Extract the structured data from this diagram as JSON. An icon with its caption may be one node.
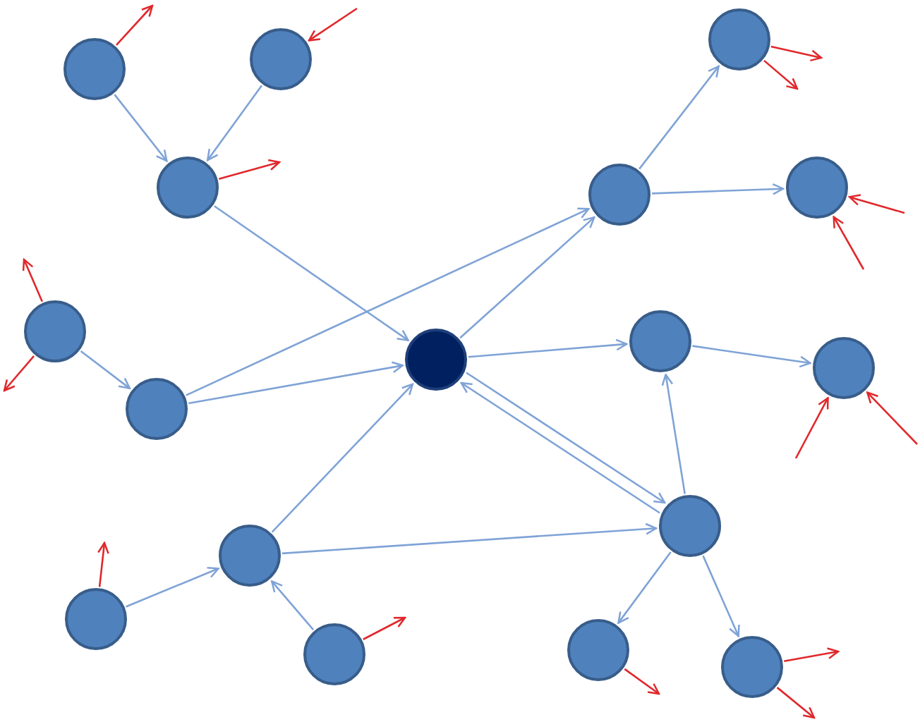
{
  "diagram": {
    "nodes": [
      {
        "text": [],
        "shape": "circle"
      },
      {
        "text": [],
        "shape": "circle"
      },
      {
        "text": [],
        "shape": "circle"
      },
      {
        "text": [],
        "shape": "circle"
      },
      {
        "text": [],
        "shape": "circle"
      },
      {
        "text": [],
        "shape": "circle"
      },
      {
        "text": [],
        "shape": "circle"
      },
      {
        "text": [],
        "shape": "circle"
      },
      {
        "text": [],
        "shape": "circle"
      },
      {
        "text": [],
        "shape": "circle"
      },
      {
        "text": [],
        "shape": "circle"
      },
      {
        "text": [],
        "shape": "circle"
      },
      {
        "text": [],
        "shape": "circle"
      },
      {
        "text": [],
        "shape": "circle"
      },
      {
        "text": [],
        "shape": "circle"
      },
      {
        "text": [],
        "shape": "circle"
      },
      {
        "text": [],
        "shape": "circle"
      }
    ],
    "edges": [
      {
        "from": 0,
        "to": 2,
        "arrow": "to"
      },
      {
        "from": 1,
        "to": 2,
        "arrow": "to"
      },
      {
        "from": 2,
        "to": 8,
        "arrow": "to"
      },
      {
        "from": 6,
        "to": 7,
        "arrow": "to"
      },
      {
        "from": 7,
        "to": 4,
        "arrow": "to"
      },
      {
        "from": 7,
        "to": 8,
        "arrow": "to"
      },
      {
        "from": 8,
        "to": 4,
        "arrow": "to"
      },
      {
        "from": 4,
        "to": 3,
        "arrow": "to"
      },
      {
        "from": 4,
        "to": 5,
        "arrow": "to"
      },
      {
        "from": 8,
        "to": 9,
        "arrow": "to"
      },
      {
        "from": 9,
        "to": 10,
        "arrow": "to"
      },
      {
        "from": 11,
        "to": 9,
        "arrow": "to"
      },
      {
        "from": 8,
        "to": 11,
        "arrow": "to"
      },
      {
        "from": 11,
        "to": 8,
        "arrow": "to"
      },
      {
        "from": 12,
        "to": 8,
        "arrow": "to"
      },
      {
        "from": 12,
        "to": 11,
        "arrow": "to"
      },
      {
        "from": 13,
        "to": 12,
        "arrow": "to"
      },
      {
        "from": 14,
        "to": 12,
        "arrow": "to"
      },
      {
        "from": 11,
        "to": 15,
        "arrow": "to"
      },
      {
        "from": 11,
        "to": 16,
        "arrow": "to"
      },
      {
        "from": 0,
        "to": null,
        "arrow": "to",
        "color": "#e0282c"
      },
      {
        "from": null,
        "to": 1,
        "arrow": "to",
        "color": "#e0282c"
      },
      {
        "from": 2,
        "to": null,
        "arrow": "to",
        "color": "#e0282c"
      },
      {
        "from": 3,
        "to": null,
        "arrow": "to",
        "color": "#e0282c"
      },
      {
        "from": 3,
        "to": null,
        "arrow": "to",
        "color": "#e0282c"
      },
      {
        "from": null,
        "to": 5,
        "arrow": "to",
        "color": "#e0282c"
      },
      {
        "from": null,
        "to": 5,
        "arrow": "to",
        "color": "#e0282c"
      },
      {
        "from": 6,
        "to": null,
        "arrow": "to",
        "color": "#e0282c"
      },
      {
        "from": 6,
        "to": null,
        "arrow": "to",
        "color": "#e0282c"
      },
      {
        "from": null,
        "to": 10,
        "arrow": "to",
        "color": "#e0282c"
      },
      {
        "from": null,
        "to": 10,
        "arrow": "to",
        "color": "#e0282c"
      },
      {
        "from": 13,
        "to": null,
        "arrow": "to",
        "color": "#e0282c"
      },
      {
        "from": 14,
        "to": null,
        "arrow": "to",
        "color": "#e0282c"
      },
      {
        "from": 15,
        "to": null,
        "arrow": "to",
        "color": "#e0282c"
      },
      {
        "from": 16,
        "to": null,
        "arrow": "to",
        "color": "#e0282c"
      },
      {
        "from": 16,
        "to": null,
        "arrow": "to",
        "color": "#e0282c"
      }
    ]
  }
}
